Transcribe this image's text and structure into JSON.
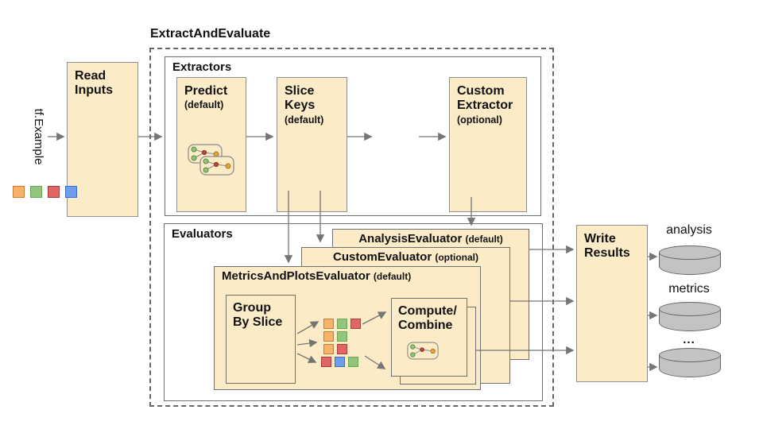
{
  "title": "ExtractAndEvaluate",
  "colors": {
    "box_fill": "#FCEBC7",
    "container_border": "#707070",
    "dashed_border": "#666666",
    "arrow": "#757575",
    "cylinder_fill": "#C3C3C3",
    "orange": "#F6B26B",
    "orange_border": "#C77F2F",
    "green": "#93C47D",
    "green_border": "#6AA84F",
    "red": "#E06666",
    "red_border": "#B03A3A",
    "blue": "#6D9EEB",
    "blue_border": "#3D6DC9"
  },
  "input": {
    "label": "tf.Example",
    "legend": [
      "orange",
      "green",
      "red",
      "blue"
    ]
  },
  "read_inputs": {
    "line1": "Read",
    "line2": "Inputs"
  },
  "extractors": {
    "label": "Extractors",
    "predict": {
      "name": "Predict",
      "qualifier": "(default)"
    },
    "slice_keys": {
      "name": "Slice Keys",
      "qualifier": "(default)"
    },
    "ellipsis": "...",
    "custom": {
      "name": "Custom Extractor",
      "qualifier": "(optional)"
    }
  },
  "evaluators": {
    "label": "Evaluators",
    "analysis": {
      "name": "AnalysisEvaluator",
      "qualifier": "(default)"
    },
    "custom": {
      "name": "CustomEvaluator",
      "qualifier": "(optional)"
    },
    "metrics_plots": {
      "name": "MetricsAndPlotsEvaluator",
      "qualifier": "(default)"
    },
    "group_by_slice": {
      "line1": "Group",
      "line2": "By Slice"
    },
    "slice_grid": [
      [
        "orange",
        "green",
        "red"
      ],
      [
        "orange",
        "green"
      ],
      [
        "orange",
        "red"
      ],
      [
        "red",
        "blue",
        "green"
      ]
    ],
    "compute_combine": {
      "line1": "Compute/",
      "line2": "Combine"
    }
  },
  "write_results": {
    "line1": "Write",
    "line2": "Results"
  },
  "outputs": {
    "analysis_label": "analysis",
    "metrics_label": "metrics",
    "ellipsis": "..."
  }
}
